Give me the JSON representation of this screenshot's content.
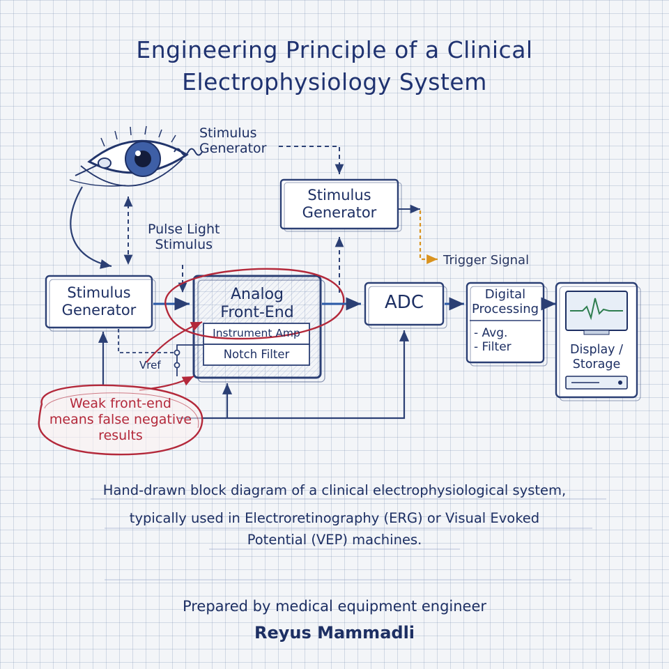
{
  "title": {
    "line1": "Engineering Principle of a Clinical",
    "line2": "Electrophysiology System"
  },
  "diagram": {
    "stimulus_label_top": [
      "Stimulus",
      "Generator"
    ],
    "pulse_light_label": [
      "Pulse Light",
      "Stimulus"
    ],
    "stimulus_generator_left": [
      "Stimulus",
      "Generator"
    ],
    "stimulus_generator_center": [
      "Stimulus",
      "Generator"
    ],
    "trigger_signal": "Trigger Signal",
    "analog_front_end": [
      "Analog",
      "Front-End"
    ],
    "instrument_amp": "Instrument Amp",
    "notch_filter": "Notch Filter",
    "vref": "Vref",
    "adc": "ADC",
    "digital_processing": [
      "Digital",
      "Processing"
    ],
    "processing_items": [
      "- Avg.",
      "- Filter"
    ],
    "display_storage": [
      "Display /",
      "Storage"
    ],
    "warning_note": [
      "Weak front-end",
      "means false negative",
      "results"
    ]
  },
  "caption": {
    "line1": "Hand-drawn block diagram of a clinical electrophysiological system,",
    "line2": "typically used in Electroretinography (ERG) or Visual Evoked",
    "line3": "Potential (VEP) machines."
  },
  "credit": {
    "line1": "Prepared by medical equipment engineer",
    "author": "Reyus Mammadli"
  },
  "colors": {
    "ink": "#1d2f63",
    "box_stroke": "#2b3f74",
    "signal_blue": "#2b5aa8",
    "warning_red": "#b3283a",
    "trigger_orange": "#d9931f",
    "screen_green": "#2e7d4f"
  }
}
